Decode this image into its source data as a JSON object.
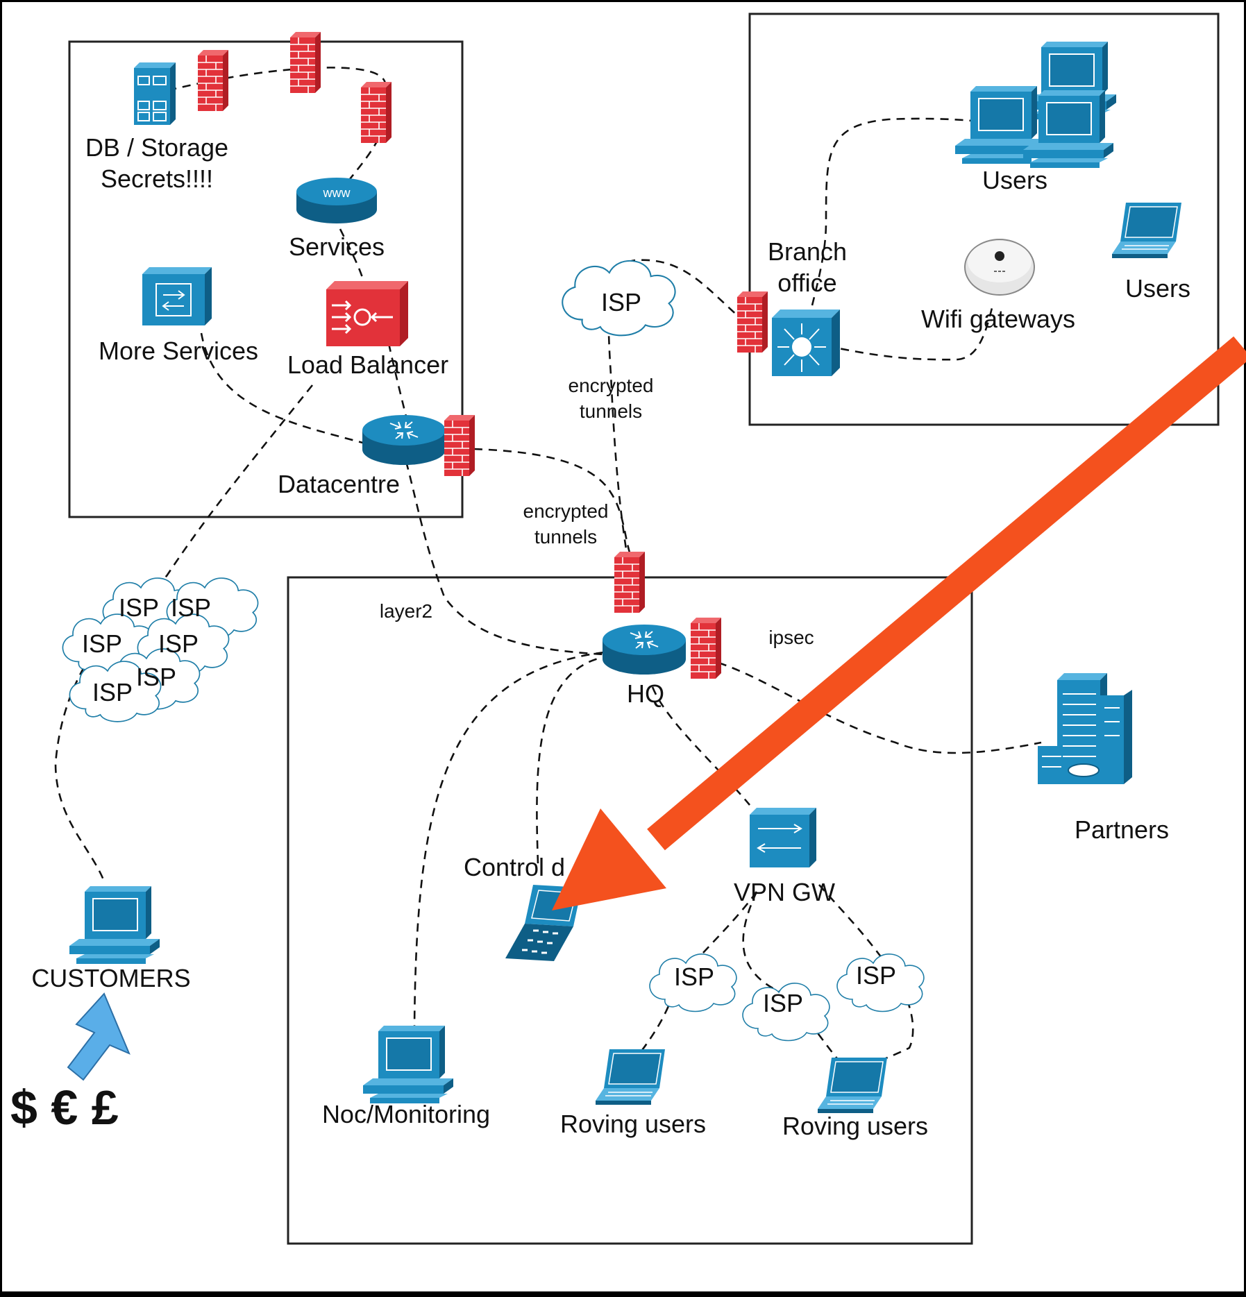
{
  "labels": {
    "db_storage_line1": "DB / Storage",
    "db_storage_line2": "Secrets!!!!",
    "services": "Services",
    "www": "www",
    "more_services": "More Services",
    "load_balancer": "Load Balancer",
    "datacentre": "Datacentre",
    "isp": "ISP",
    "encrypted_line1": "encrypted",
    "tunnels_line2": "tunnels",
    "branch_line1": "Branch",
    "branch_line2": "office",
    "users": "Users",
    "wifi_gateways": "Wifi gateways",
    "layer2": "layer2",
    "ipsec": "ipsec",
    "hq": "HQ",
    "partners": "Partners",
    "control_desk": "Control d",
    "vpn_gw": "VPN GW",
    "noc_monitoring": "Noc/Monitoring",
    "roving_users": "Roving users",
    "customers": "CUSTOMERS",
    "currency": "$ € £"
  },
  "colors": {
    "device_blue": "#1d8cc0",
    "firewall_red": "#e2323a",
    "highlight_arrow": "#f4511e",
    "customer_arrow": "#5aaee8",
    "background": "#000000",
    "slide": "#ffffff"
  }
}
